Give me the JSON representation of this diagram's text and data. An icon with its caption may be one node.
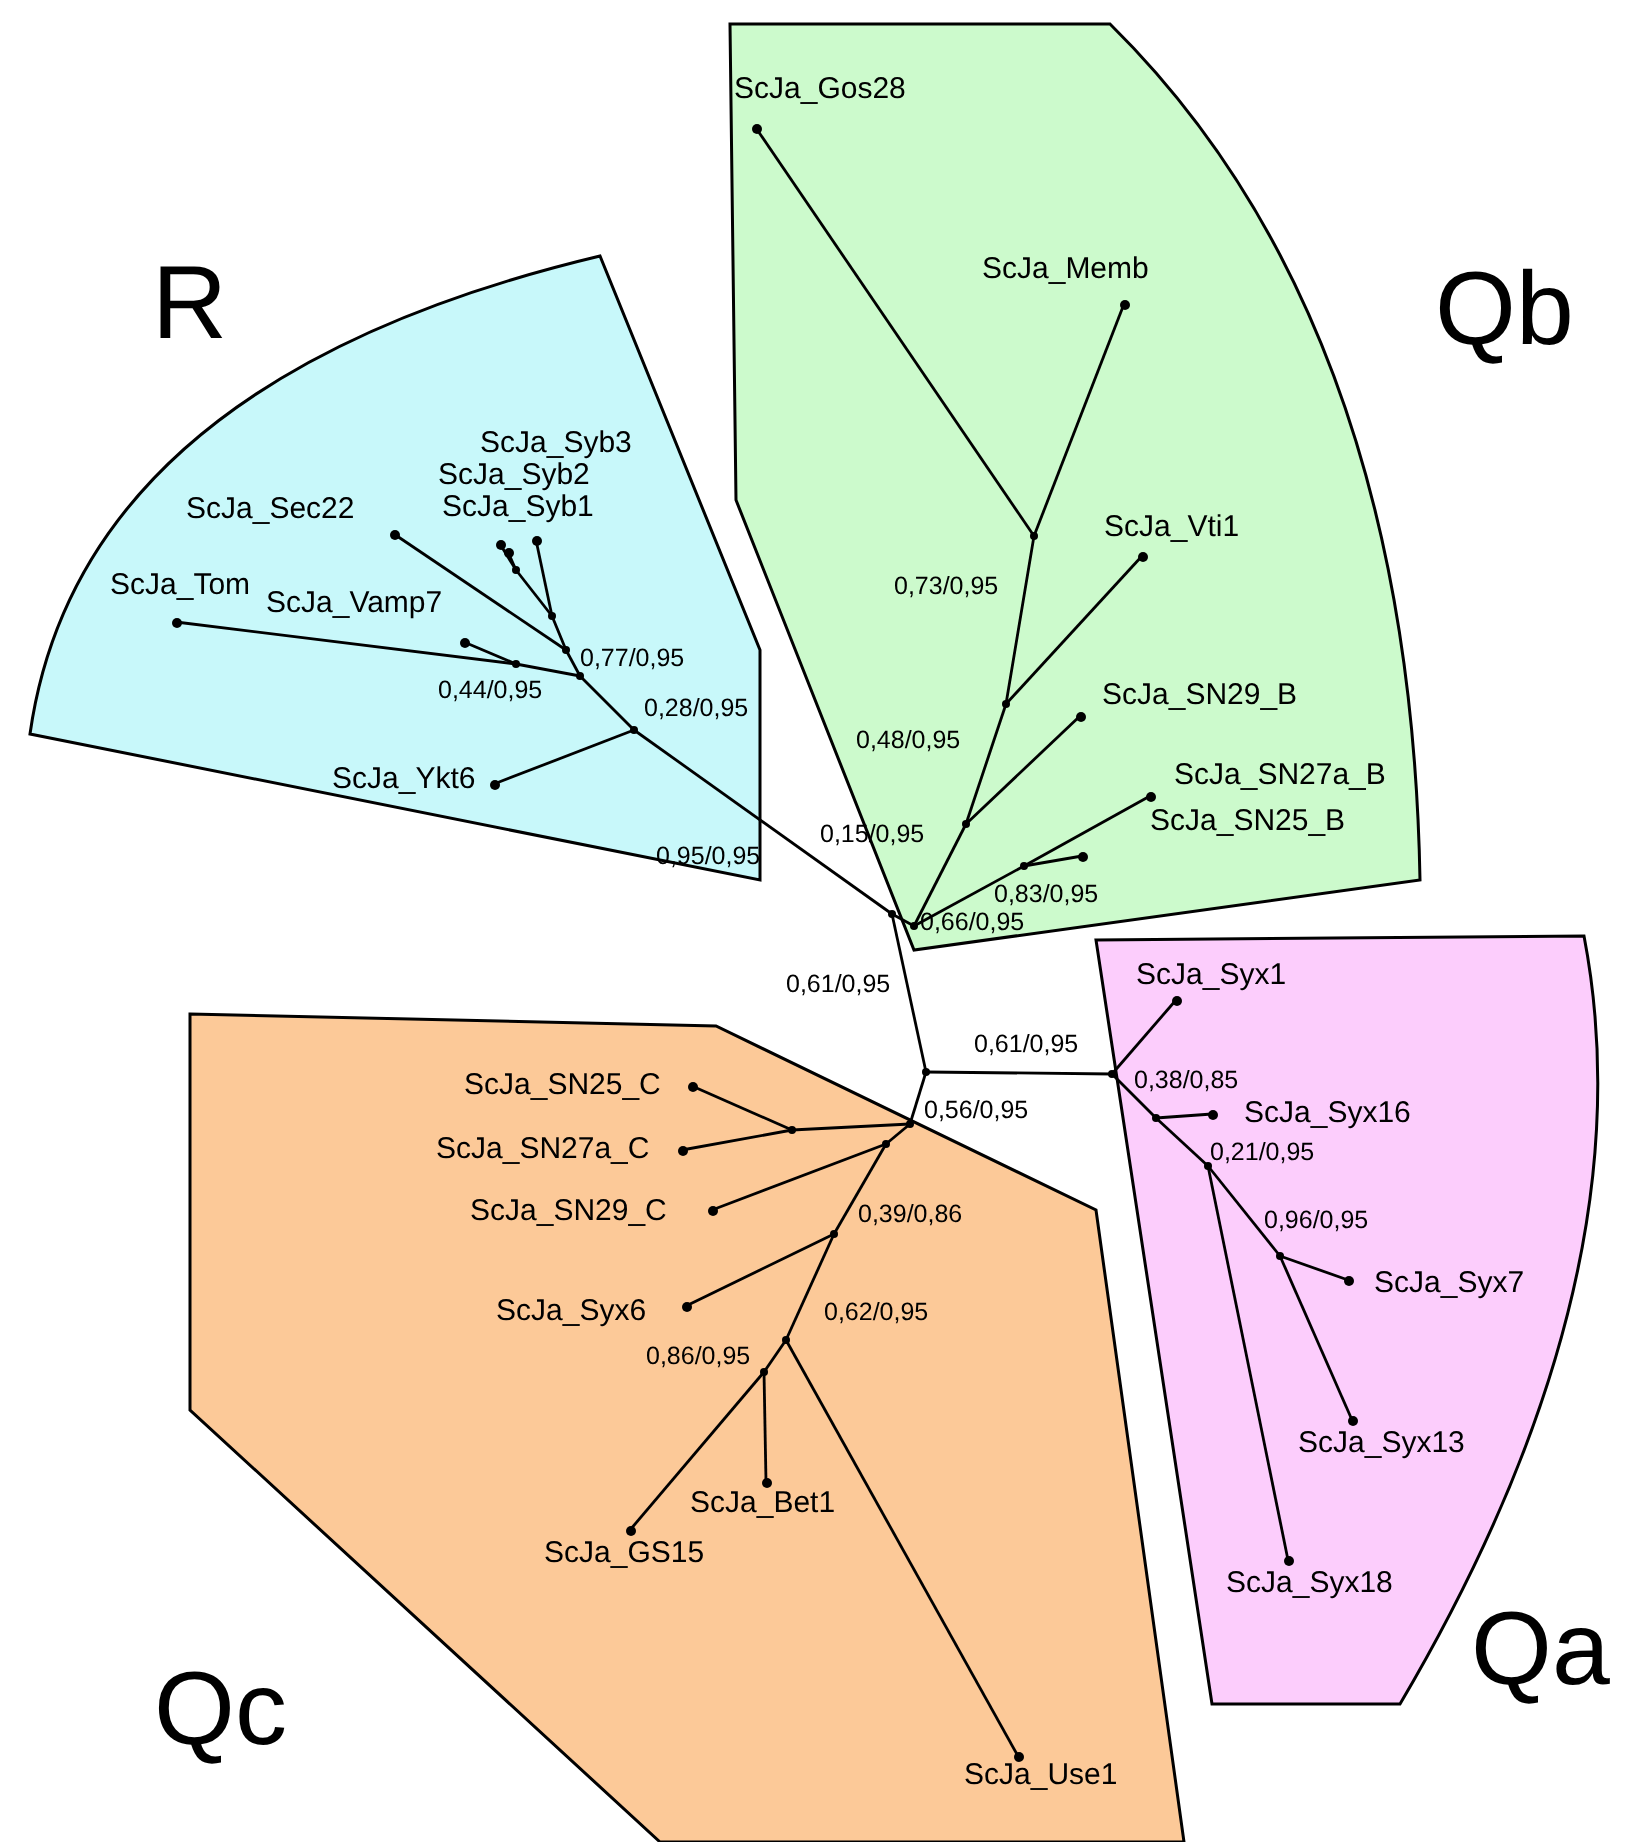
{
  "diagram": {
    "nodes": [
      {
        "text": [
          "R"
        ]
      },
      {
        "text": [
          "ScJa_Syb3"
        ],
        "in": 0
      },
      {
        "text": [
          "ScJa_Syb2"
        ],
        "in": 0
      },
      {
        "text": [
          "ScJa_Sec22"
        ],
        "in": 0
      },
      {
        "text": [
          "ScJa_Syb1"
        ],
        "in": 0
      },
      {
        "text": [
          "ScJa_Tom"
        ],
        "in": 0
      },
      {
        "text": [
          "ScJa_Vamp7"
        ],
        "in": 0
      },
      {
        "text": [
          "ScJa_Ykt6"
        ],
        "in": 0
      },
      {
        "text": [],
        "shape": "point",
        "in": 0
      },
      {
        "text": [],
        "shape": "point",
        "in": 0
      },
      {
        "text": [],
        "shape": "point",
        "in": 0
      },
      {
        "text": [],
        "shape": "point",
        "in": 0
      },
      {
        "text": [],
        "shape": "point",
        "in": 0
      },
      {
        "text": [],
        "shape": "point",
        "in": 0
      },
      {
        "text": [
          "Qb"
        ]
      },
      {
        "text": [
          "ScJa_Gos28"
        ],
        "in": 14
      },
      {
        "text": [
          "ScJa_Memb"
        ],
        "in": 14
      },
      {
        "text": [
          "ScJa_Vti1"
        ],
        "in": 14
      },
      {
        "text": [
          "ScJa_SN29_B"
        ],
        "in": 14
      },
      {
        "text": [
          "ScJa_SN27a_B"
        ],
        "in": 14
      },
      {
        "text": [
          "ScJa_SN25_B"
        ],
        "in": 14
      },
      {
        "text": [],
        "shape": "point",
        "in": 14
      },
      {
        "text": [],
        "shape": "point",
        "in": 14
      },
      {
        "text": [],
        "shape": "point",
        "in": 14
      },
      {
        "text": [],
        "shape": "point",
        "in": 14
      },
      {
        "text": [],
        "shape": "point",
        "in": 14
      },
      {
        "text": [],
        "shape": "point"
      },
      {
        "text": [],
        "shape": "point"
      },
      {
        "text": [
          "Qa"
        ]
      },
      {
        "text": [
          "ScJa_Syx1"
        ],
        "in": 28
      },
      {
        "text": [
          "ScJa_Syx16"
        ],
        "in": 28
      },
      {
        "text": [
          "ScJa_Syx7"
        ],
        "in": 28
      },
      {
        "text": [
          "ScJa_Syx13"
        ],
        "in": 28
      },
      {
        "text": [
          "ScJa_Syx18"
        ],
        "in": 28
      },
      {
        "text": [],
        "shape": "point",
        "in": 28
      },
      {
        "text": [],
        "shape": "point",
        "in": 28
      },
      {
        "text": [],
        "shape": "point",
        "in": 28
      },
      {
        "text": [],
        "shape": "point",
        "in": 28
      },
      {
        "text": [
          "Qc"
        ]
      },
      {
        "text": [
          "ScJa_SN25_C"
        ],
        "in": 38
      },
      {
        "text": [
          "ScJa_SN27a_C"
        ],
        "in": 38
      },
      {
        "text": [
          "ScJa_SN29_C"
        ],
        "in": 38
      },
      {
        "text": [
          "ScJa_Syx6"
        ],
        "in": 38
      },
      {
        "text": [
          "ScJa_Bet1"
        ],
        "in": 38
      },
      {
        "text": [
          "ScJa_GS15"
        ],
        "in": 38
      },
      {
        "text": [
          "ScJa_Use1"
        ],
        "in": 38
      },
      {
        "text": [],
        "shape": "point",
        "in": 38
      },
      {
        "text": [],
        "shape": "point",
        "in": 38
      },
      {
        "text": [],
        "shape": "point",
        "in": 38
      },
      {
        "text": [],
        "shape": "point",
        "in": 38
      },
      {
        "text": [],
        "shape": "point",
        "in": 38
      },
      {
        "text": [],
        "shape": "point",
        "in": 38
      }
    ],
    "edges": [
      {
        "from": 8,
        "to": 1,
        "arrow": "none"
      },
      {
        "from": 8,
        "to": 2,
        "arrow": "none"
      },
      {
        "from": 9,
        "to": 8,
        "arrow": "none"
      },
      {
        "from": 9,
        "to": 4,
        "arrow": "none"
      },
      {
        "from": 10,
        "to": 9,
        "arrow": "none"
      },
      {
        "from": 10,
        "to": 3,
        "arrow": "none"
      },
      {
        "from": 11,
        "to": 5,
        "arrow": "none"
      },
      {
        "from": 11,
        "to": 6,
        "arrow": "none"
      },
      {
        "from": 12,
        "to": 11,
        "arrow": "none"
      },
      {
        "from": 12,
        "to": 10,
        "arrow": "none"
      },
      {
        "from": 13,
        "to": 12,
        "arrow": "none"
      },
      {
        "from": 13,
        "to": 7,
        "arrow": "none"
      },
      {
        "from": 26,
        "to": 13,
        "arrow": "none"
      },
      {
        "from": 21,
        "to": 15,
        "arrow": "none"
      },
      {
        "from": 21,
        "to": 16,
        "arrow": "none"
      },
      {
        "from": 22,
        "to": 21,
        "arrow": "none"
      },
      {
        "from": 22,
        "to": 17,
        "arrow": "none"
      },
      {
        "from": 23,
        "to": 22,
        "arrow": "none"
      },
      {
        "from": 23,
        "to": 18,
        "arrow": "none"
      },
      {
        "from": 24,
        "to": 19,
        "arrow": "none"
      },
      {
        "from": 24,
        "to": 20,
        "arrow": "none"
      },
      {
        "from": 25,
        "to": 23,
        "arrow": "none"
      },
      {
        "from": 25,
        "to": 24,
        "arrow": "none"
      },
      {
        "from": 26,
        "to": 25,
        "arrow": "none"
      },
      {
        "from": 26,
        "to": 27,
        "arrow": "none"
      },
      {
        "from": 27,
        "to": 34,
        "arrow": "none"
      },
      {
        "from": 34,
        "to": 29,
        "arrow": "none"
      },
      {
        "from": 34,
        "to": 35,
        "arrow": "none"
      },
      {
        "from": 35,
        "to": 30,
        "arrow": "none"
      },
      {
        "from": 35,
        "to": 36,
        "arrow": "none"
      },
      {
        "from": 36,
        "to": 33,
        "arrow": "none"
      },
      {
        "from": 36,
        "to": 37,
        "arrow": "none"
      },
      {
        "from": 37,
        "to": 31,
        "arrow": "none"
      },
      {
        "from": 37,
        "to": 32,
        "arrow": "none"
      },
      {
        "from": 27,
        "to": 46,
        "arrow": "none"
      },
      {
        "from": 46,
        "to": 47,
        "arrow": "none"
      },
      {
        "from": 47,
        "to": 39,
        "arrow": "none"
      },
      {
        "from": 47,
        "to": 40,
        "arrow": "none"
      },
      {
        "from": 46,
        "to": 48,
        "arrow": "none"
      },
      {
        "from": 48,
        "to": 41,
        "arrow": "none"
      },
      {
        "from": 48,
        "to": 49,
        "arrow": "none"
      },
      {
        "from": 49,
        "to": 42,
        "arrow": "none"
      },
      {
        "from": 49,
        "to": 50,
        "arrow": "none"
      },
      {
        "from": 50,
        "to": 51,
        "arrow": "none"
      },
      {
        "from": 50,
        "to": 45,
        "arrow": "none"
      },
      {
        "from": 51,
        "to": 44,
        "arrow": "none"
      },
      {
        "from": 51,
        "to": 43,
        "arrow": "none"
      }
    ],
    "labels": [
      "0,73/0,95",
      "0,77/0,95",
      "0,44/0,95",
      "0,28/0,95",
      "0,48/0,95",
      "0,95/0,95",
      "0,15/0,95",
      "0,83/0,95",
      "0,66/0,95",
      "0,61/0,95",
      "0,61/0,95",
      "0,38/0,85",
      "0,56/0,95",
      "0,21/0,95",
      "0,39/0,86",
      "0,96/0,95",
      "0,62/0,95",
      "0,86/0,95"
    ]
  }
}
